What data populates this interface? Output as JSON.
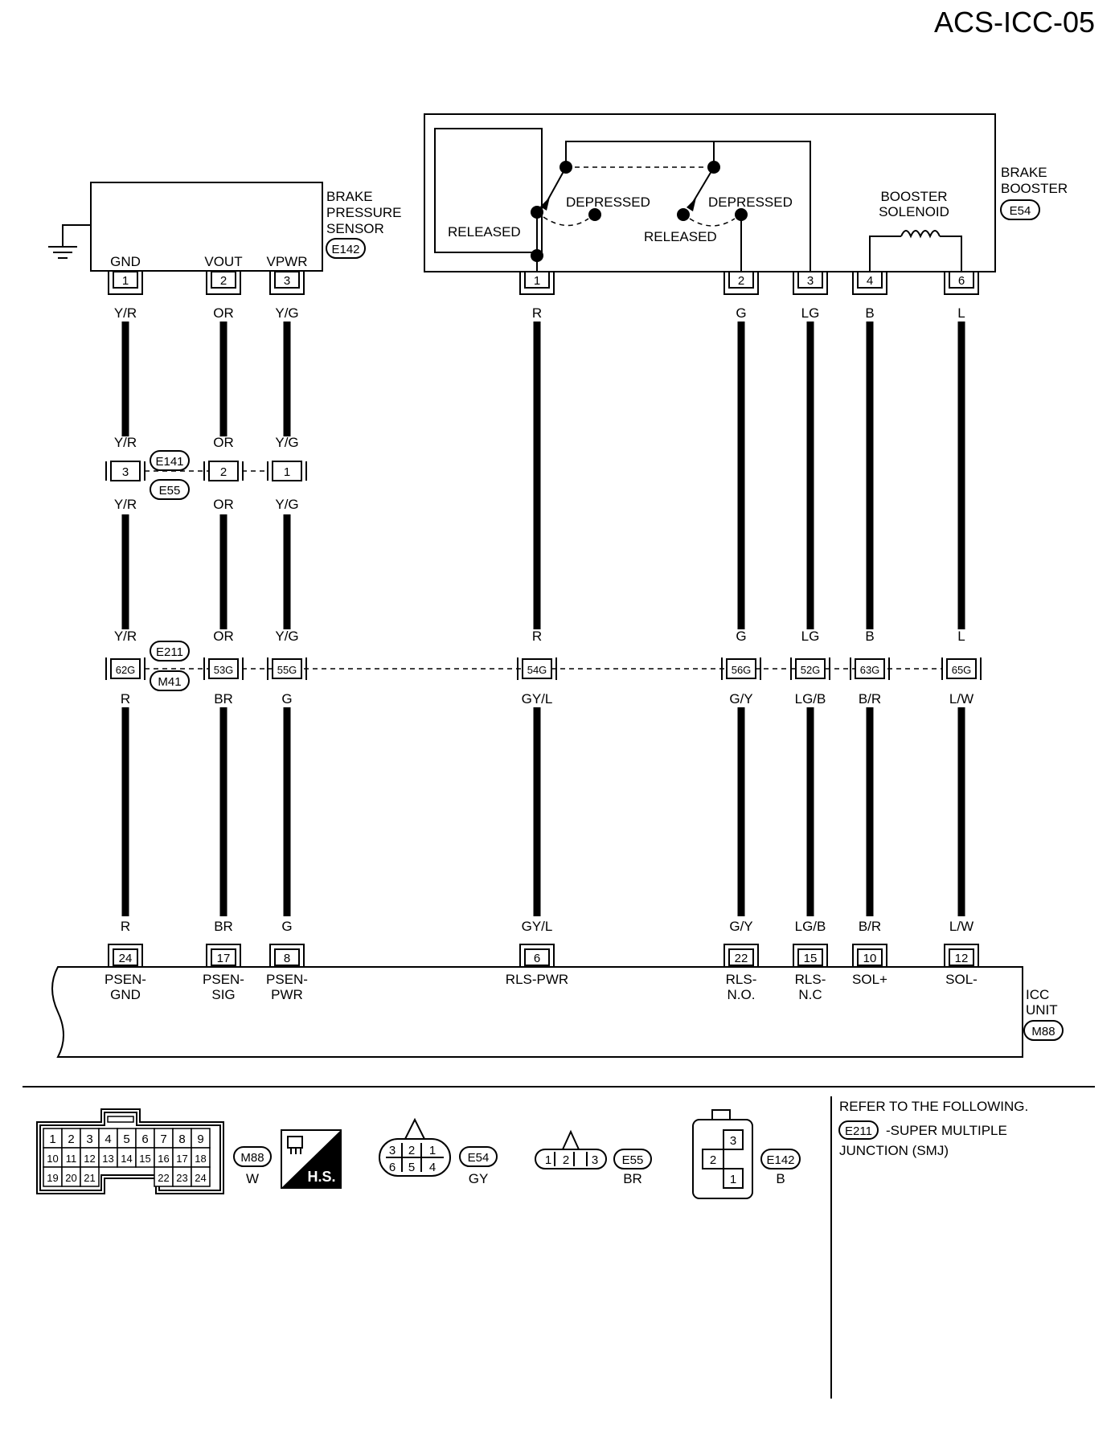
{
  "page_id": "ACS-ICC-05",
  "components": {
    "brake_pressure_sensor": {
      "name_lines": [
        "BRAKE",
        "PRESSURE",
        "SENSOR"
      ],
      "connector": "E142",
      "pins": [
        {
          "num": "1",
          "label": "GND",
          "wire": "Y/R"
        },
        {
          "num": "2",
          "label": "VOUT",
          "wire": "OR"
        },
        {
          "num": "3",
          "label": "VPWR",
          "wire": "Y/G"
        }
      ]
    },
    "brake_booster": {
      "name_lines": [
        "BRAKE",
        "BOOSTER"
      ],
      "connector": "E54",
      "switch_left": {
        "depressed": "DEPRESSED",
        "released": "RELEASED"
      },
      "switch_right": {
        "depressed": "DEPRESSED",
        "released": "RELEASED"
      },
      "solenoid_lines": [
        "BOOSTER",
        "SOLENOID"
      ],
      "pins": [
        {
          "num": "1",
          "wire": "R"
        },
        {
          "num": "2",
          "wire": "G"
        },
        {
          "num": "3",
          "wire": "LG"
        },
        {
          "num": "4",
          "wire": "B"
        },
        {
          "num": "6",
          "wire": "L"
        }
      ]
    },
    "joint_e141_e55": {
      "connector_top": "E141",
      "connector_bottom": "E55",
      "pins": [
        {
          "num": "3",
          "wire_top": "Y/R",
          "wire_bottom": "Y/R"
        },
        {
          "num": "2",
          "wire_top": "OR",
          "wire_bottom": "OR"
        },
        {
          "num": "1",
          "wire_top": "Y/G",
          "wire_bottom": "Y/G"
        }
      ]
    },
    "smj_e211_m41": {
      "connector_top": "E211",
      "connector_bottom": "M41",
      "pins": [
        {
          "num": "62G",
          "wire_top": "Y/R",
          "wire_bottom": "R"
        },
        {
          "num": "53G",
          "wire_top": "OR",
          "wire_bottom": "BR"
        },
        {
          "num": "55G",
          "wire_top": "Y/G",
          "wire_bottom": "G"
        },
        {
          "num": "54G",
          "wire_top": "R",
          "wire_bottom": "GY/L"
        },
        {
          "num": "56G",
          "wire_top": "G",
          "wire_bottom": "G/Y"
        },
        {
          "num": "52G",
          "wire_top": "LG",
          "wire_bottom": "LG/B"
        },
        {
          "num": "63G",
          "wire_top": "B",
          "wire_bottom": "B/R"
        },
        {
          "num": "65G",
          "wire_top": "L",
          "wire_bottom": "L/W"
        }
      ]
    },
    "icc_unit": {
      "name_lines": [
        "ICC",
        "UNIT"
      ],
      "connector": "M88",
      "pins": [
        {
          "num": "24",
          "wire": "R",
          "label1": "PSEN-",
          "label2": "GND"
        },
        {
          "num": "17",
          "wire": "BR",
          "label1": "PSEN-",
          "label2": "SIG"
        },
        {
          "num": "8",
          "wire": "G",
          "label1": "PSEN-",
          "label2": "PWR"
        },
        {
          "num": "6",
          "wire": "GY/L",
          "label1": "RLS-PWR",
          "label2": ""
        },
        {
          "num": "22",
          "wire": "G/Y",
          "label1": "RLS-",
          "label2": "N.O."
        },
        {
          "num": "15",
          "wire": "LG/B",
          "label1": "RLS-",
          "label2": "N.C"
        },
        {
          "num": "10",
          "wire": "B/R",
          "label1": "SOL+",
          "label2": ""
        },
        {
          "num": "12",
          "wire": "L/W",
          "label1": "SOL-",
          "label2": ""
        }
      ]
    }
  },
  "connector_views": {
    "m88": {
      "id": "M88",
      "color": "W",
      "rows": [
        [
          "1",
          "2",
          "3",
          "4",
          "5",
          "6",
          "7",
          "8",
          "9"
        ],
        [
          "10",
          "11",
          "12",
          "13",
          "14",
          "15",
          "16",
          "17",
          "18"
        ],
        [
          "19",
          "20",
          "21",
          "22",
          "23",
          "24"
        ]
      ],
      "hs": "H.S."
    },
    "e54": {
      "id": "E54",
      "color": "GY",
      "rows": [
        [
          "3",
          "2",
          "1"
        ],
        [
          "6",
          "5",
          "4"
        ]
      ]
    },
    "e55": {
      "id": "E55",
      "color": "BR",
      "pins": [
        "1",
        "2",
        "3"
      ]
    },
    "e142": {
      "id": "E142",
      "color": "B",
      "pins": [
        "3",
        "2",
        "1"
      ]
    }
  },
  "notes": {
    "line1": "REFER TO THE FOLLOWING.",
    "ref_connector": "E211",
    "ref_text": "-SUPER MULTIPLE",
    "line3": "JUNCTION (SMJ)"
  }
}
